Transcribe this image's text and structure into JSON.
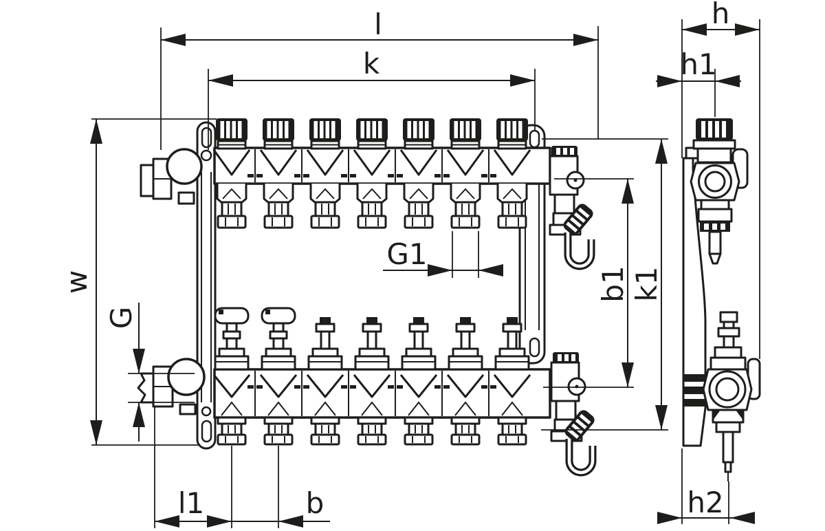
{
  "figure": {
    "kind": "technical-dimensional-drawing",
    "colors": {
      "ink": "#1d1d1b",
      "background": "#ffffff"
    }
  },
  "dimension_labels": {
    "l": "l",
    "k": "k",
    "h": "h",
    "h1": "h1",
    "w": "w",
    "G": "G",
    "G1": "G1",
    "b1": "b1",
    "k1": "k1",
    "l1": "l1",
    "b": "b",
    "h2": "h2"
  }
}
